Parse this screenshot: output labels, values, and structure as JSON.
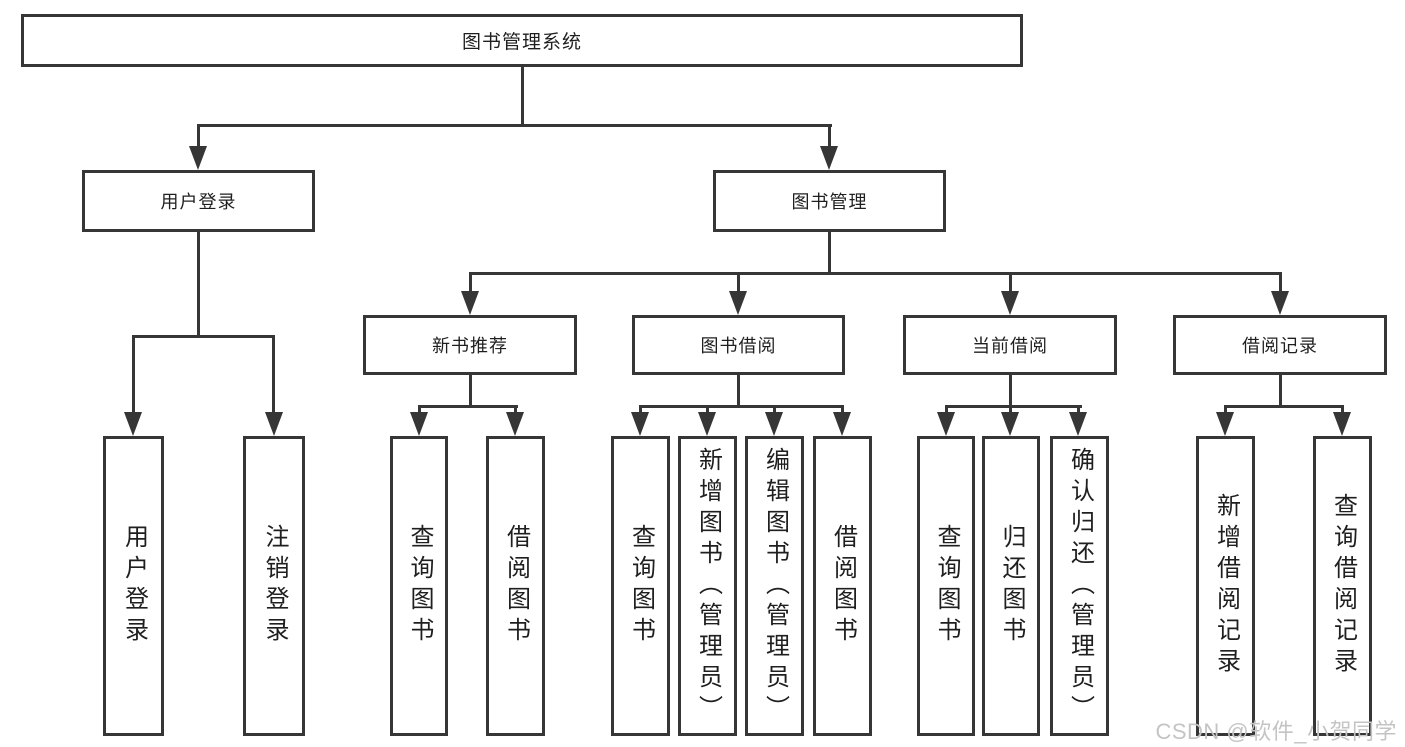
{
  "tree": {
    "label": "图书管理系统",
    "children": [
      {
        "label": "用户登录",
        "children": [
          {
            "label": "用户登录"
          },
          {
            "label": "注销登录"
          }
        ]
      },
      {
        "label": "图书管理",
        "children": [
          {
            "label": "新书推荐",
            "children": [
              {
                "label": "查询图书"
              },
              {
                "label": "借阅图书"
              }
            ]
          },
          {
            "label": "图书借阅",
            "children": [
              {
                "label": "查询图书"
              },
              {
                "label": "新增图书（管理员）"
              },
              {
                "label": "编辑图书（管理员）"
              },
              {
                "label": "借阅图书"
              }
            ]
          },
          {
            "label": "当前借阅",
            "children": [
              {
                "label": "查询图书"
              },
              {
                "label": "归还图书"
              },
              {
                "label": "确认归还（管理员）"
              }
            ]
          },
          {
            "label": "借阅记录",
            "children": [
              {
                "label": "新增借阅记录"
              },
              {
                "label": "查询借阅记录"
              }
            ]
          }
        ]
      }
    ]
  },
  "watermark": {
    "text": "CSDN @软件_小贺同学"
  },
  "colors": {
    "line": "#363636",
    "text": "#1f1f1f",
    "watermark": "#c4c4c4",
    "bg": "#ffffff"
  }
}
